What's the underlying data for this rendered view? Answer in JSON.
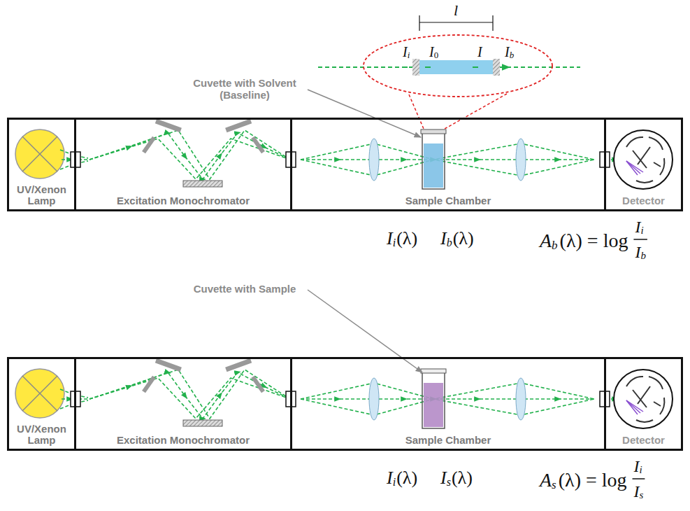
{
  "diagram": {
    "nodes": [
      {
        "text": [
          "UV/Xenon Lamp"
        ]
      },
      {
        "text": [
          "Excitation Monochromator"
        ]
      },
      {
        "text": [
          "Sample Chamber"
        ]
      },
      {
        "text": [
          "Detector"
        ]
      },
      {
        "text": [
          "UV/Xenon Lamp"
        ]
      },
      {
        "text": [
          "Excitation Monochromator"
        ]
      },
      {
        "text": [
          "Sample Chamber"
        ]
      },
      {
        "text": [
          "Detector"
        ]
      }
    ],
    "labels": [
      "Cuvette with Solvent (Baseline)",
      "l",
      "I",
      "i",
      "I",
      "0",
      "I",
      "I",
      "b",
      "I",
      "i",
      "(λ)",
      "I",
      "b",
      "(λ)",
      "A",
      "b",
      "(λ) = log",
      "I",
      "i",
      "I",
      "b",
      "Cuvette with Sample",
      "I",
      "i",
      "(λ)",
      "I",
      "s",
      "(λ)",
      "A",
      "s",
      "(λ) = log",
      "I",
      "i",
      "I",
      "s"
    ]
  }
}
